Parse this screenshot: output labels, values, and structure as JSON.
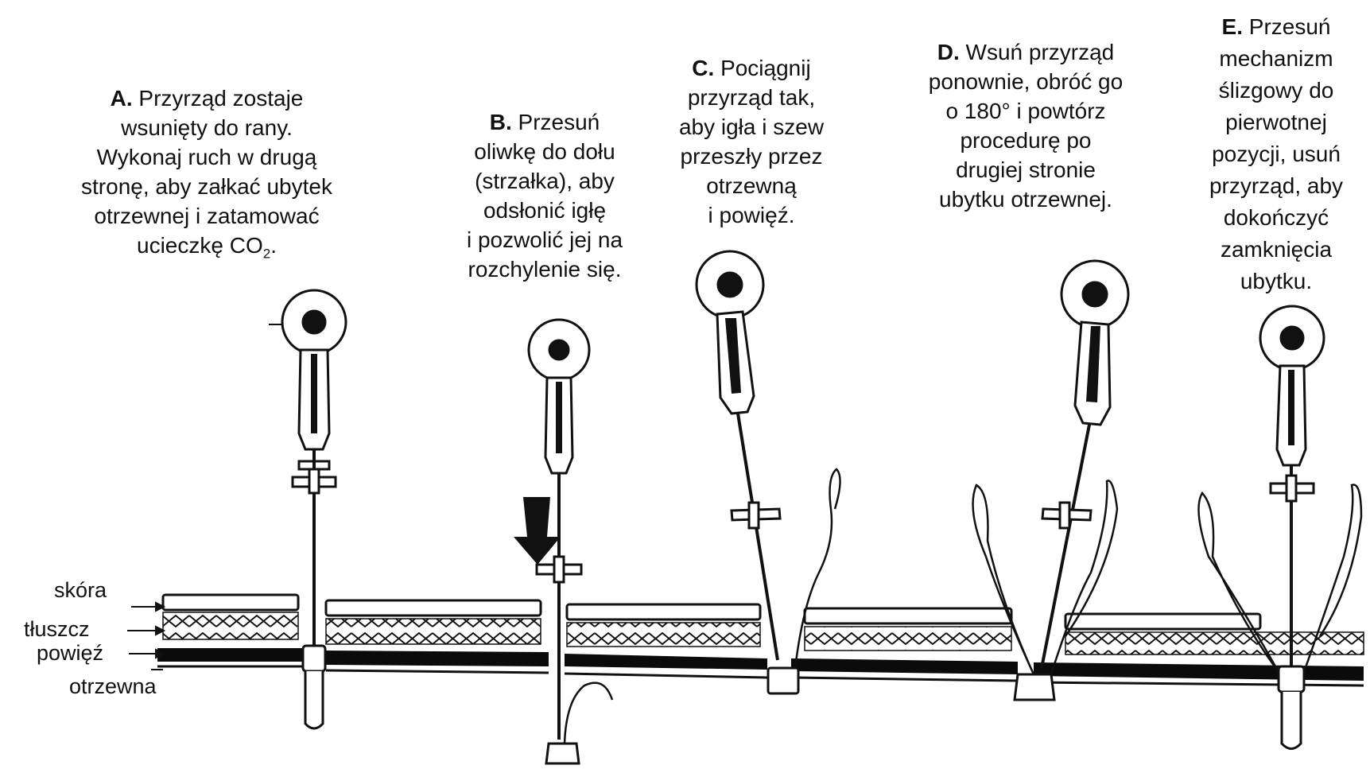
{
  "steps": [
    {
      "letter": "A.",
      "lines": [
        "Przyrząd zostaje",
        "wsunięty do rany.",
        "Wykonaj ruch w drugą",
        "stronę, aby załkać ubytek",
        "otrzewnej i zatamować",
        "ucieczkę CO"
      ],
      "subscript": "2",
      "suffix": "."
    },
    {
      "letter": "B.",
      "lines": [
        "Przesuń",
        "oliwkę do dołu",
        "(strzałka), aby",
        "odsłonić igłę",
        "i pozwolić jej na",
        "rozchylenie się."
      ]
    },
    {
      "letter": "C.",
      "lines": [
        "Pociągnij",
        "przyrząd tak,",
        "aby igła i szew",
        "przeszły przez",
        "otrzewną",
        "i powięź."
      ]
    },
    {
      "letter": "D.",
      "lines": [
        "Wsuń przyrząd",
        "ponownie, obróć go",
        "o 180° i powtórz",
        "procedurę po",
        "drugiej stronie",
        "ubytku otrzewnej."
      ]
    },
    {
      "letter": "E.",
      "lines": [
        "Przesuń",
        "mechanizm",
        "ślizgowy do",
        "pierwotnej",
        "pozycji, usuń",
        "przyrząd, aby",
        "dokończyć",
        "zamknięcia",
        "ubytku."
      ]
    }
  ],
  "layers": [
    "skóra",
    "tłuszcz",
    "powięź",
    "otrzewna"
  ]
}
